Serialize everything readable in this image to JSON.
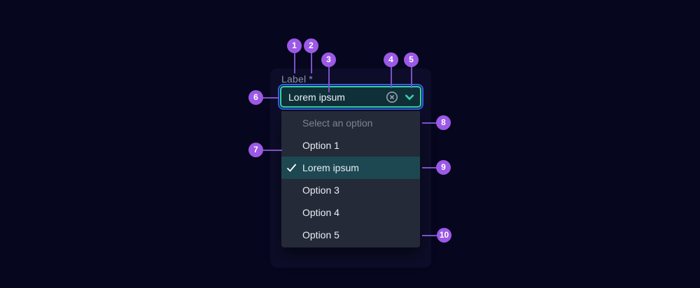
{
  "field": {
    "label": "Label",
    "required_indicator": "*",
    "selected_value": "Lorem ipsum",
    "clear_icon": "circle-x-icon",
    "open_icon": "chevron-down-icon"
  },
  "dropdown": {
    "options": [
      {
        "label": "Select an option",
        "state": "placeholder"
      },
      {
        "label": "Option 1",
        "state": "default"
      },
      {
        "label": "Lorem ipsum",
        "state": "selected",
        "icon": "check-icon"
      },
      {
        "label": "Option 3",
        "state": "default"
      },
      {
        "label": "Option 4",
        "state": "default"
      },
      {
        "label": "Option 5",
        "state": "default"
      }
    ]
  },
  "annotations": {
    "markers": [
      "1",
      "2",
      "3",
      "4",
      "5",
      "6",
      "7",
      "8",
      "9",
      "10"
    ]
  },
  "colors": {
    "background": "#06061e",
    "stage": "#0d0d2a",
    "badge": "#9b59e6",
    "connector": "#7a52c8",
    "focus_ring": "#2f62de",
    "select_border_teal": "#38d2ae",
    "select_background": "#103039",
    "dropdown_background": "#242a38",
    "selected_option_background": "#1d4852",
    "label_text": "#8c95a6",
    "placeholder_text": "#7c8494",
    "option_text": "#e9edf3"
  }
}
